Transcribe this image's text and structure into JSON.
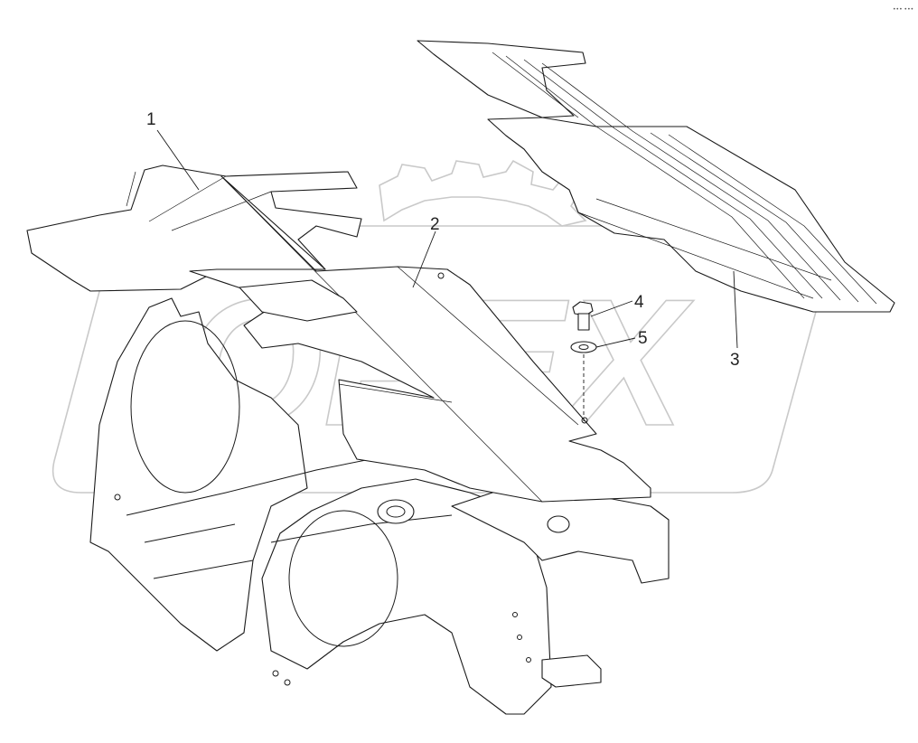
{
  "callouts": [
    {
      "id": "1",
      "label": "1"
    },
    {
      "id": "2",
      "label": "2"
    },
    {
      "id": "3",
      "label": "3"
    },
    {
      "id": "4",
      "label": "4"
    },
    {
      "id": "5",
      "label": "5"
    }
  ],
  "corner_mark": "••• •••",
  "watermark": {
    "text": "OPEX",
    "color": "#c9c9c9"
  },
  "colors": {
    "line": "#1a1a1a",
    "background": "#ffffff"
  }
}
